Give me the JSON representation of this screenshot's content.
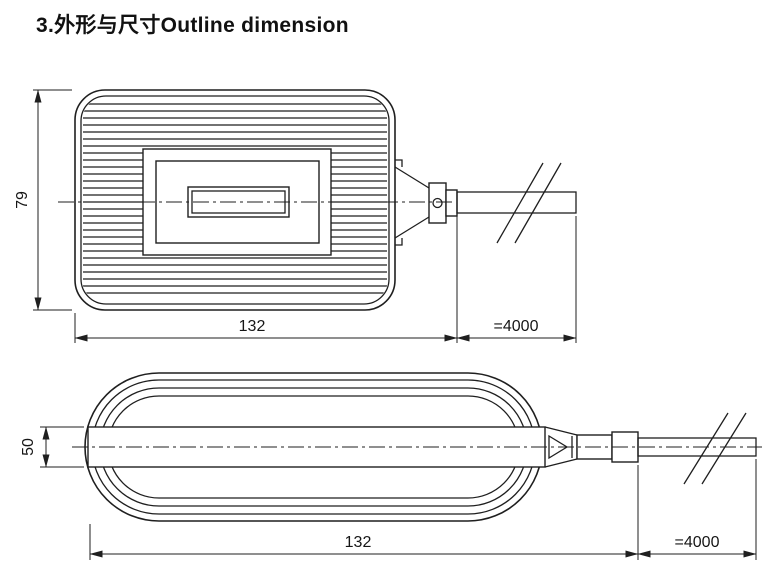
{
  "title": "3.外形与尺寸Outline dimension",
  "colors": {
    "background": "#ffffff",
    "line": "#1f1f1f",
    "text": "#111111"
  },
  "top_view": {
    "label_width": "79",
    "label_length": "132",
    "label_cable": "=4000"
  },
  "side_view": {
    "label_height": "50",
    "label_length": "132",
    "label_cable": "=4000"
  }
}
